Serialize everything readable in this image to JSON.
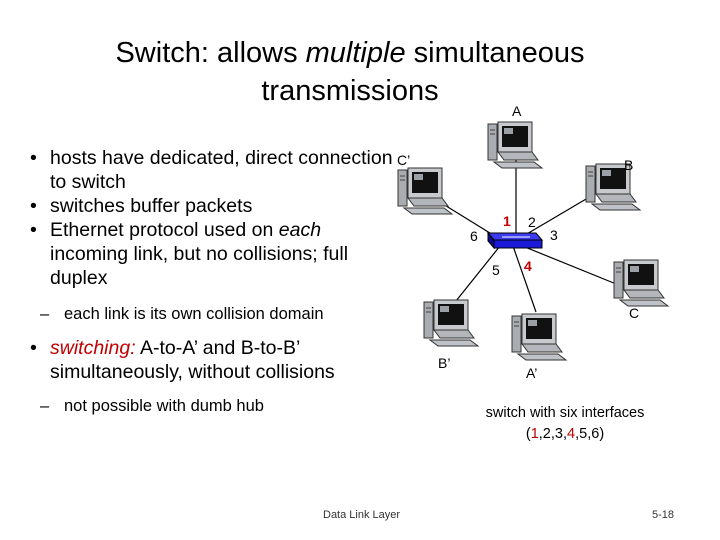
{
  "title": {
    "prefix": "Switch:  allows ",
    "italic": "multiple",
    "suffix": " simultaneous",
    "line2": "transmissions"
  },
  "bullets": {
    "b1": "hosts have dedicated, direct connection to switch",
    "b2": "switches buffer packets",
    "b3_pre": "Ethernet protocol used on ",
    "b3_italic": "each",
    "b3_post": " incoming link, but no collisions; full duplex",
    "sub1": "each link is its own collision domain",
    "b4_red": "switching:",
    "b4_post": " A-to-A’ and B-to-B’ simultaneously, without collisions",
    "sub2": "not possible with dumb hub"
  },
  "diagram": {
    "hosts": {
      "A": "A",
      "B": "B",
      "C": "C",
      "A_prime": "A’",
      "B_prime": "B’",
      "C_prime": "C’"
    },
    "ports": {
      "p1": "1",
      "p2": "2",
      "p3": "3",
      "p4": "4",
      "p5": "5",
      "p6": "6"
    },
    "colors": {
      "switch": "#1a1ad8",
      "highlight_port": "#c00000",
      "link": "#000000"
    }
  },
  "caption": {
    "line1": "switch with six interfaces",
    "open": "(",
    "n1": "1",
    "c1": ",",
    "n2": "2",
    "c2": ",",
    "n3": "3",
    "c3": ",",
    "n4": "4",
    "c4": ",",
    "n5": "5",
    "c5": ",",
    "n6": "6",
    "close": ")"
  },
  "footer": {
    "center": "Data Link Layer",
    "page": "5-18"
  }
}
